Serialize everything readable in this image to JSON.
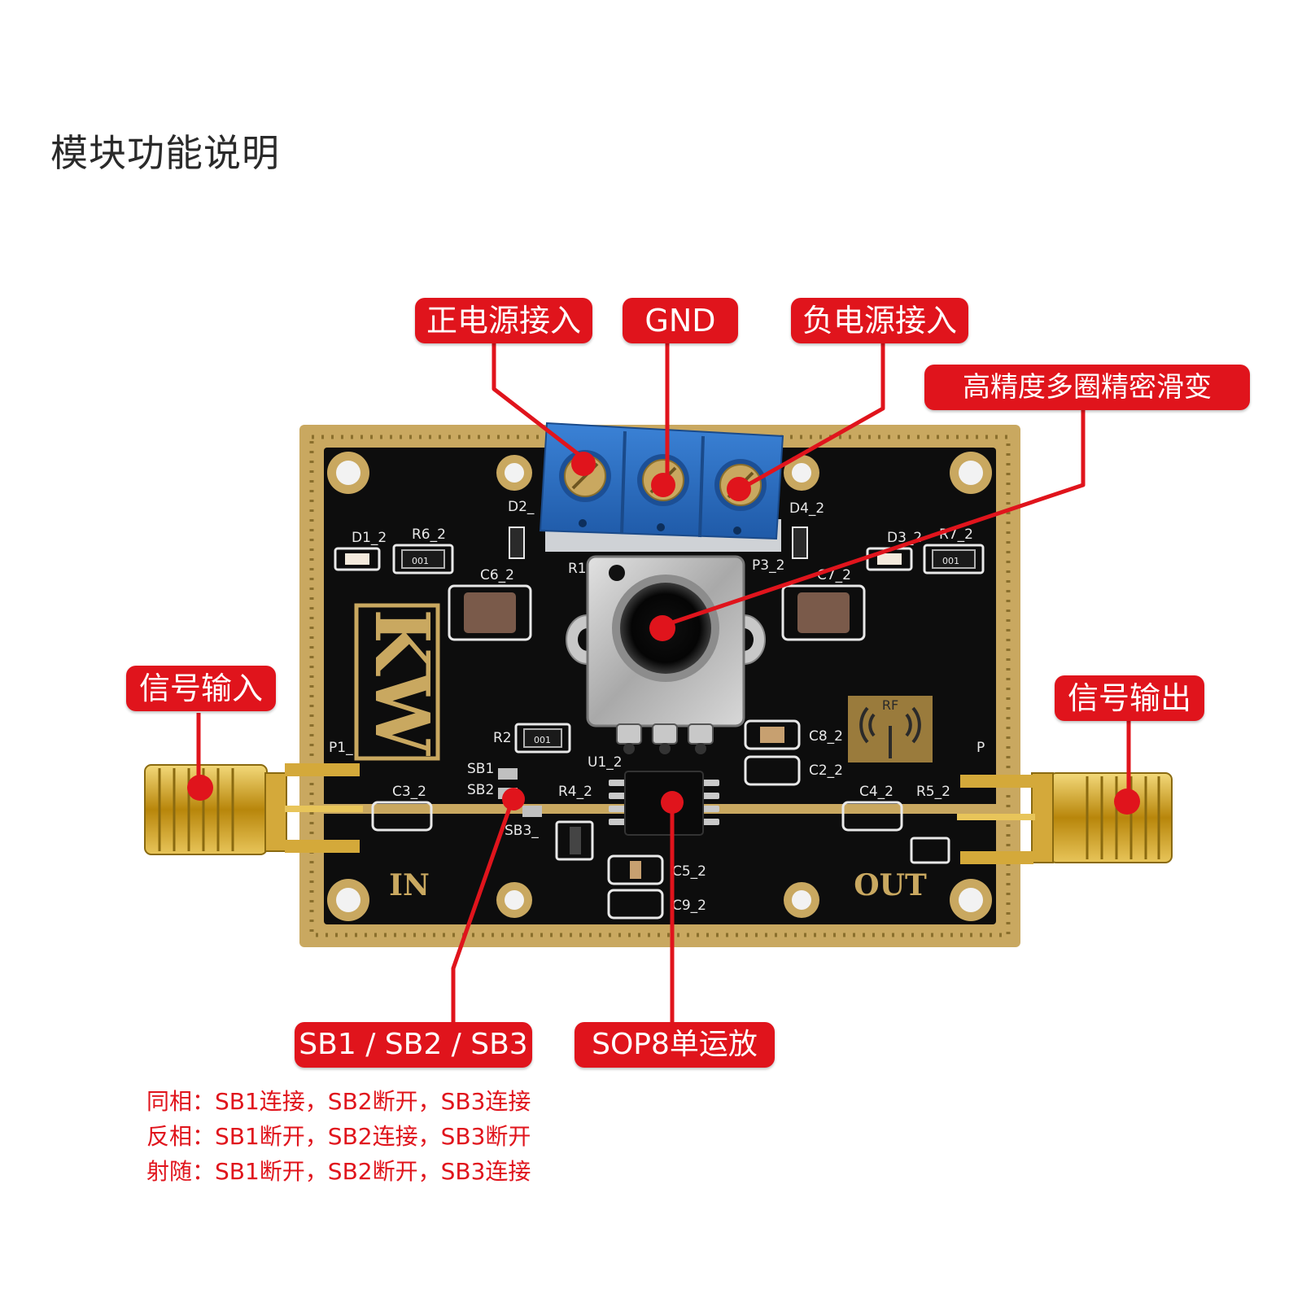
{
  "title": "模块功能说明",
  "callouts": {
    "pos_power": "正电源接入",
    "gnd": "GND",
    "neg_power": "负电源接入",
    "pot": "高精度多圈精密滑变",
    "sig_in": "信号输入",
    "sig_out": "信号输出",
    "sb": "SB1 / SB2 / SB3",
    "opamp": "SOP8单运放"
  },
  "modes": [
    "同相：SB1连接，SB2断开，SB3连接",
    "反相：SB1断开，SB2连接，SB3断开",
    "射随：SB1断开，SB2断开，SB3连接"
  ],
  "pcb": {
    "logo": "KW",
    "port_in": "IN",
    "port_out": "OUT",
    "rf_logo": "RF",
    "silk": {
      "d1": "D1_2",
      "r6": "R6_2",
      "d2": "D2_",
      "c6": "C6_2",
      "r1": "R1",
      "p3": "P3_2",
      "d4": "D4_2",
      "d3": "D3_2",
      "r7": "R7_2",
      "c7": "C7_2",
      "r2": "R2",
      "sb1": "SB1",
      "sb2": "SB2",
      "sb3": "SB3_",
      "u1": "U1_2",
      "r4": "R4_2",
      "c3": "C3_2",
      "c8": "C8_2",
      "c2": "C2_2",
      "c4": "C4_2",
      "r5": "R5_2",
      "c5": "C5_2",
      "c9": "C9_2",
      "p1": "P1_",
      "p2": "P"
    },
    "resistor_code": "001"
  },
  "colors": {
    "callout_red": "#e0141c",
    "pcb_black": "#0d0d0d",
    "gold": "#c9a860",
    "terminal_blue": "#2a6cc0"
  }
}
